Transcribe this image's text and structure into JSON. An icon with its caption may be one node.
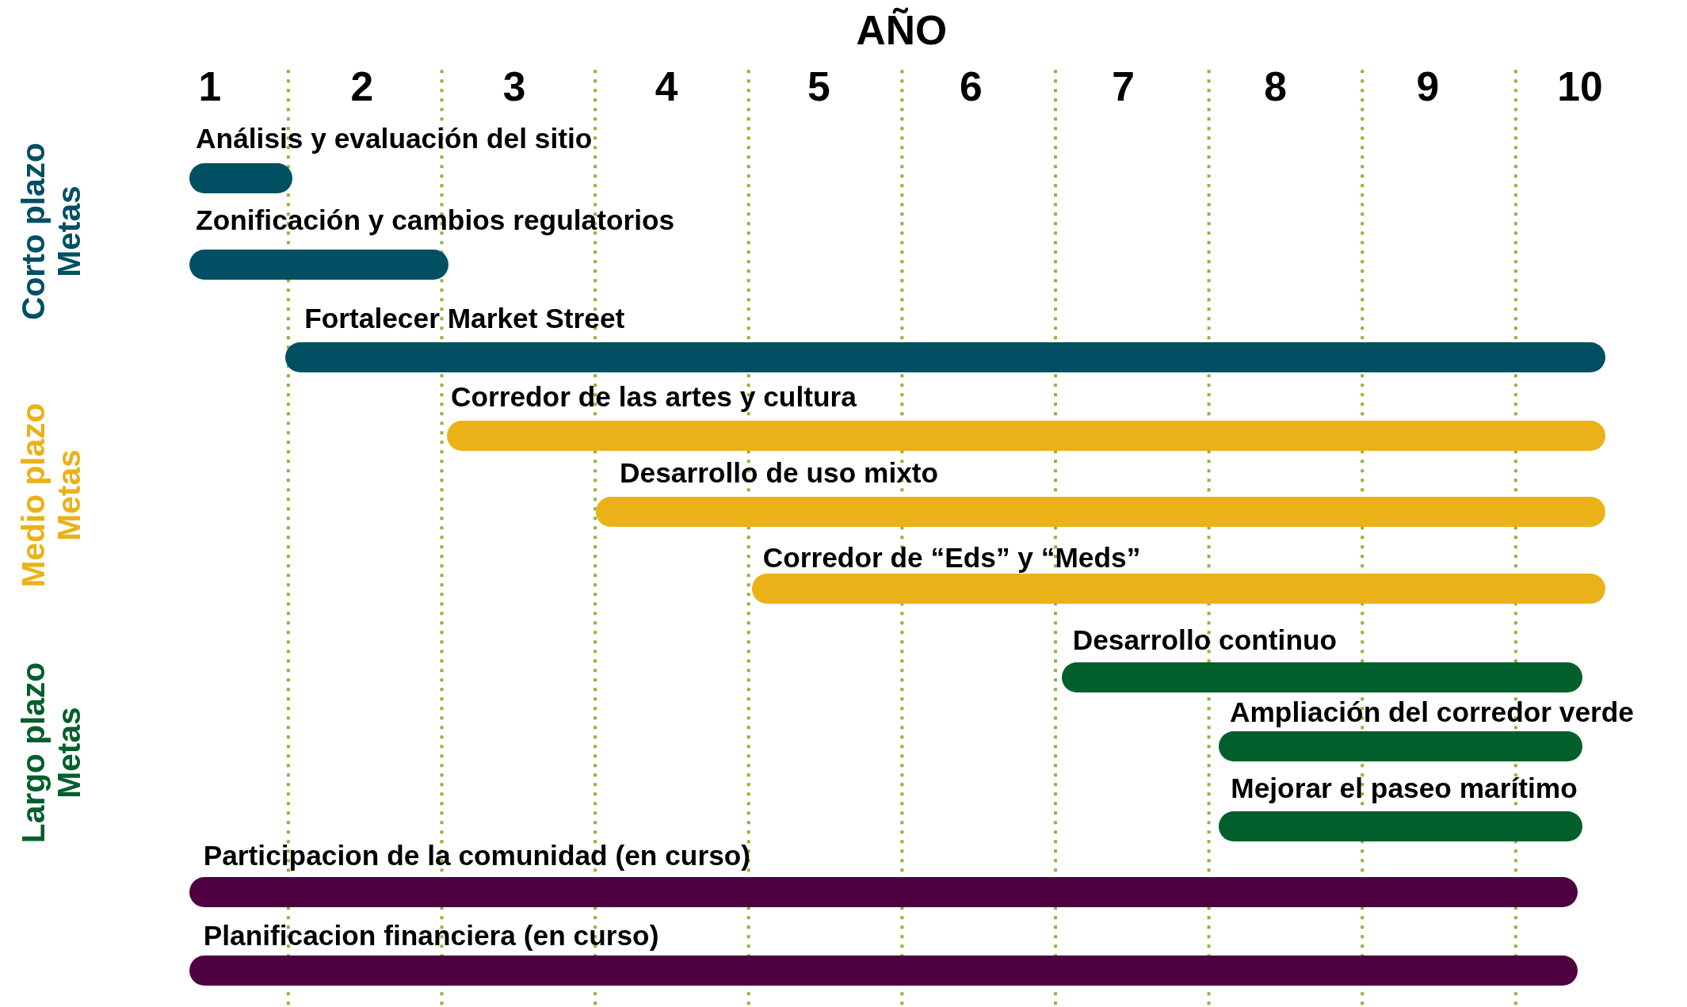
{
  "diagram": {
    "title": "AÑO",
    "nodes": [
      {
        "text": [
          "Análisis y evaluación del sitio"
        ]
      },
      {
        "text": [
          "Zonificación y cambios regulatorios"
        ]
      },
      {
        "text": [
          "Fortalecer Market Street"
        ]
      },
      {
        "text": [
          "Corredor de las artes y cultura"
        ]
      },
      {
        "text": [
          "Desarrollo de uso mixto"
        ]
      },
      {
        "text": [
          "Corredor de “Eds” y “Meds”"
        ]
      },
      {
        "text": [
          "Desarrollo continuo"
        ]
      },
      {
        "text": [
          "Ampliación del corredor verde"
        ]
      },
      {
        "text": [
          "Mejorar el paseo marítimo"
        ]
      },
      {
        "text": [
          "Participacion de la comunidad (en curso)"
        ]
      },
      {
        "text": [
          "Planificacion financiera (en curso)"
        ]
      }
    ],
    "labels": [
      "1",
      "2",
      "3",
      "4",
      "5",
      "6",
      "7",
      "8",
      "9",
      "10",
      "Corto plazo Metas",
      "Medio plazo Metas",
      "Largo plazo Metas"
    ]
  }
}
